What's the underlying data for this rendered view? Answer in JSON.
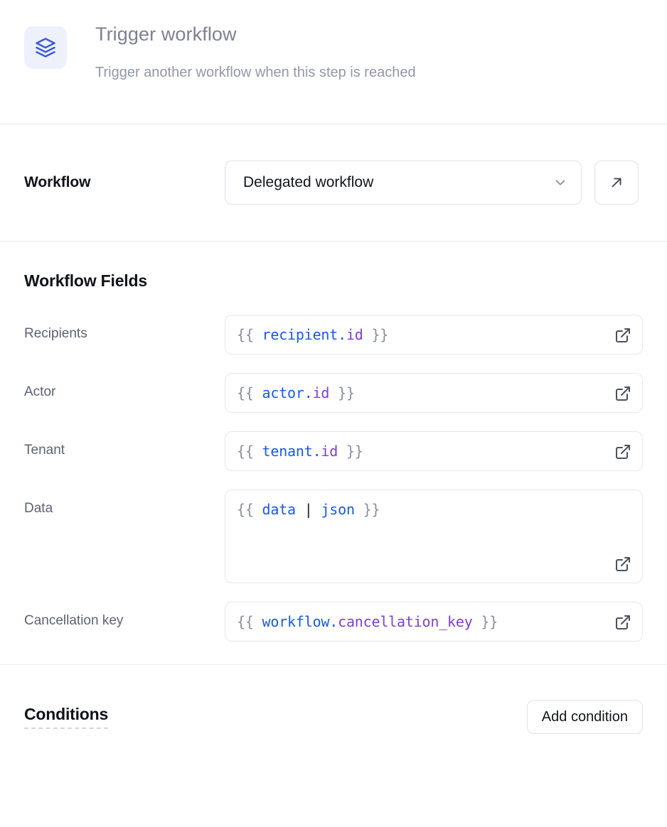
{
  "header": {
    "icon": "layers-stack-icon",
    "icon_color": "#3b5bdb",
    "icon_bg": "#eef1fb",
    "title": "Trigger workflow",
    "subtitle": "Trigger another workflow when this step is reached"
  },
  "workflow_section": {
    "label": "Workflow",
    "select": {
      "value": "Delegated workflow",
      "chevron_icon": "chevron-down-icon"
    },
    "open_button_icon": "arrow-up-right-icon"
  },
  "fields_section": {
    "heading": "Workflow Fields",
    "expand_icon": "external-link-icon",
    "fields": [
      {
        "label": "Recipients",
        "multiline": false,
        "tokens": [
          {
            "text": "{{ ",
            "type": "brace"
          },
          {
            "text": "recipient",
            "type": "obj"
          },
          {
            "text": ".",
            "type": "dot"
          },
          {
            "text": "id",
            "type": "prop"
          },
          {
            "text": " }}",
            "type": "brace"
          }
        ],
        "value": "{{ recipient.id }}"
      },
      {
        "label": "Actor",
        "multiline": false,
        "tokens": [
          {
            "text": "{{ ",
            "type": "brace"
          },
          {
            "text": "actor",
            "type": "obj"
          },
          {
            "text": ".",
            "type": "dot"
          },
          {
            "text": "id",
            "type": "prop"
          },
          {
            "text": " }}",
            "type": "brace"
          }
        ],
        "value": "{{ actor.id }}"
      },
      {
        "label": "Tenant",
        "multiline": false,
        "tokens": [
          {
            "text": "{{ ",
            "type": "brace"
          },
          {
            "text": "tenant",
            "type": "obj"
          },
          {
            "text": ".",
            "type": "dot"
          },
          {
            "text": "id",
            "type": "prop"
          },
          {
            "text": " }}",
            "type": "brace"
          }
        ],
        "value": "{{ tenant.id }}"
      },
      {
        "label": "Data",
        "multiline": true,
        "tokens": [
          {
            "text": "{{ ",
            "type": "brace"
          },
          {
            "text": "data",
            "type": "obj"
          },
          {
            "text": " ",
            "type": "brace"
          },
          {
            "text": "|",
            "type": "pipe"
          },
          {
            "text": " ",
            "type": "brace"
          },
          {
            "text": "json",
            "type": "fn"
          },
          {
            "text": " }}",
            "type": "brace"
          }
        ],
        "value": "{{ data | json }}"
      },
      {
        "label": "Cancellation key",
        "multiline": false,
        "tokens": [
          {
            "text": "{{ ",
            "type": "brace"
          },
          {
            "text": "workflow",
            "type": "obj"
          },
          {
            "text": ".",
            "type": "dot"
          },
          {
            "text": "cancellation_key",
            "type": "prop"
          },
          {
            "text": " }}",
            "type": "brace"
          }
        ],
        "value": "{{ workflow.cancellation_key }}"
      }
    ]
  },
  "conditions_section": {
    "title": "Conditions",
    "add_button_label": "Add condition"
  },
  "colors": {
    "accent_blue": "#1a58e8",
    "accent_purple": "#7c3fd6",
    "border": "#e6e8ec",
    "divider": "#e9eaee",
    "text_primary": "#10121a",
    "text_muted": "#5c6274",
    "header_gray": "#7c8193"
  }
}
